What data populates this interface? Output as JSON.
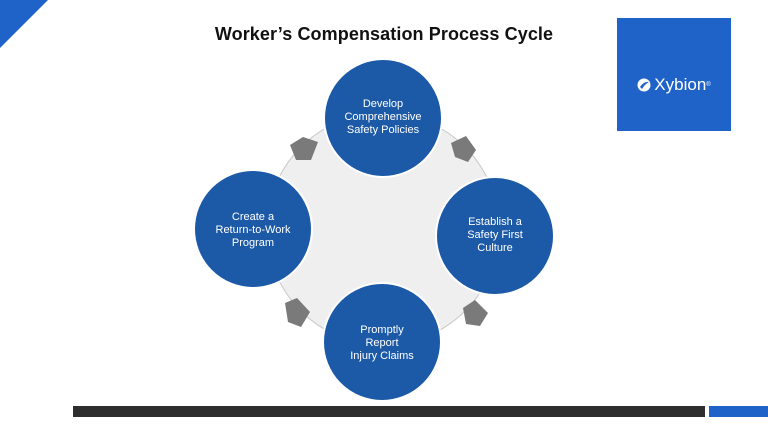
{
  "slide": {
    "title": "Worker’s Compensation Process Cycle"
  },
  "logo": {
    "name": "Xybion",
    "registered_mark": "®",
    "mark_icon": "xybion-swoosh-icon"
  },
  "cycle": {
    "nodes": [
      {
        "id": "develop",
        "label": "Develop\nComprehensive\nSafety Policies"
      },
      {
        "id": "establish",
        "label": "Establish a\nSafety First\nCulture"
      },
      {
        "id": "report",
        "label": "Promptly\nReport\nInjury Claims"
      },
      {
        "id": "return",
        "label": "Create a\nReturn-to-Work\nProgram"
      }
    ],
    "connector_icon": "pentagon-arrow-icon"
  },
  "colors": {
    "accent_blue": "#1f63c9",
    "node_blue": "#1c5aa8",
    "ring_fill": "#efefef",
    "connector_gray": "#7a7a7a",
    "footer_dark": "#2e2e2e"
  }
}
